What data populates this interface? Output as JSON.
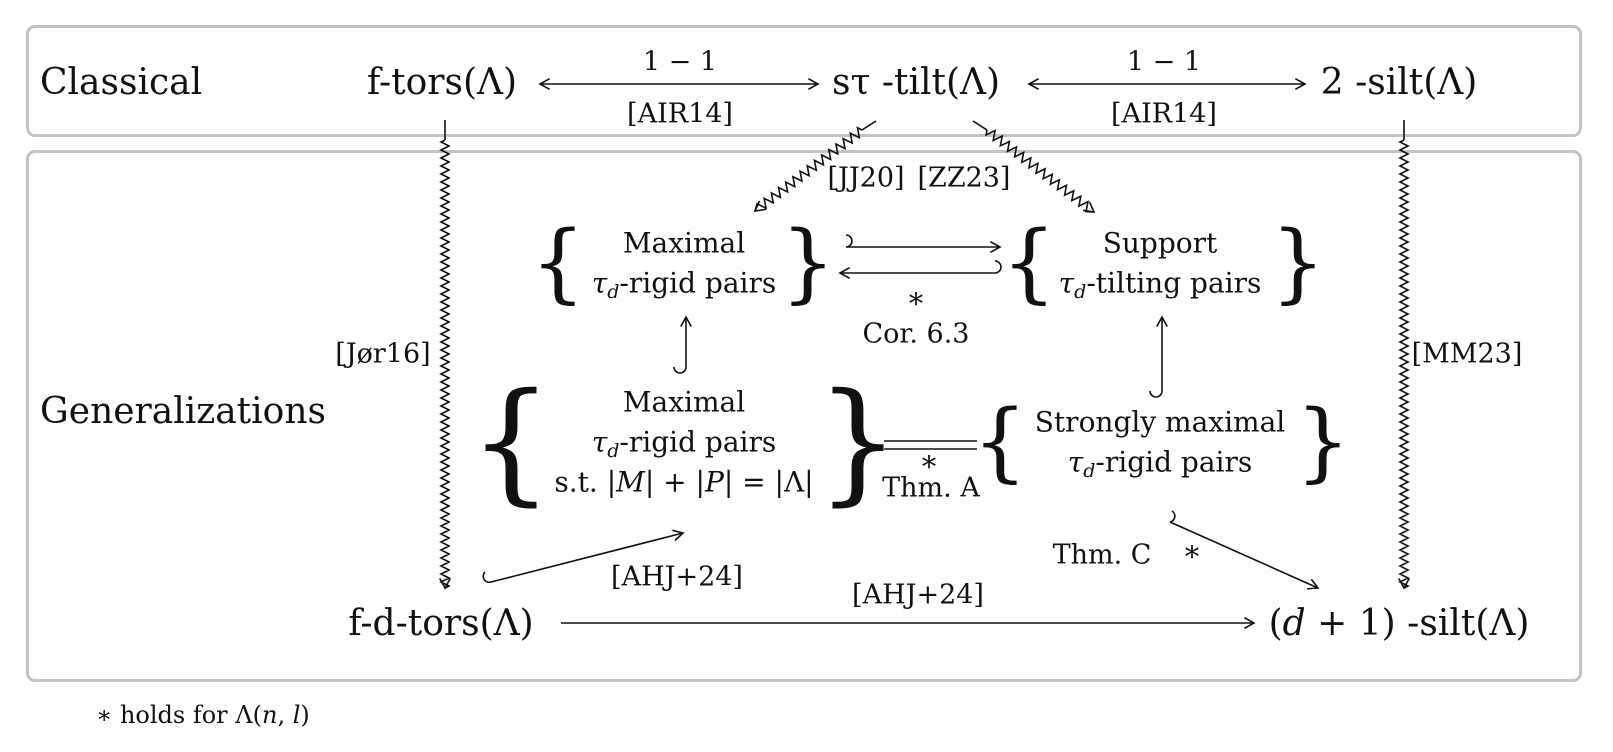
{
  "rows": {
    "classical": "Classical",
    "generalizations": "Generalizations"
  },
  "nodes": {
    "ftors": "f-tors(Λ)",
    "stilt_prefix": "sτ",
    "stilt_suffix": "-tilt(Λ)",
    "silt2_prefix": "2",
    "silt2_suffix": "-silt(Λ)",
    "max_rigid": [
      "Maximal",
      "-rigid pairs"
    ],
    "support_tilting": [
      "Support",
      "-tilting pairs"
    ],
    "max_rigid_st": [
      "Maximal",
      "-rigid pairs",
      "s.t. |",
      "| + |",
      "| = |Λ|"
    ],
    "strongly_max": [
      "Strongly maximal",
      "-rigid pairs"
    ],
    "fdtors": "f-d-tors(Λ)",
    "dsilt_suffix": "-silt(Λ)"
  },
  "math": {
    "tau": "τ",
    "d": "d",
    "M": "M",
    "P": "P",
    "d_plus_one": [
      "(",
      "d",
      " + 1)"
    ],
    "lambda_nl": [
      "Λ(",
      "n",
      ", ",
      "l",
      ")"
    ]
  },
  "labels": {
    "one_to_one_left": "1 − 1",
    "air14_left": "[AIR14]",
    "one_to_one_right": "1 − 1",
    "air14_right": "[AIR14]",
    "jj20": "[JJ20]",
    "zz23": "[ZZ23]",
    "jor16": "[Jør16]",
    "mm23": "[MM23]",
    "star_cor": "*",
    "cor": "Cor. 6.3",
    "star_thm_a": "*",
    "thm_a": "Thm. A",
    "thm_c": "Thm. C",
    "star_thm_c": "*",
    "ahj_diag": "[AHJ+24]",
    "ahj_bottom": "[AHJ+24]"
  },
  "footnote": {
    "text": "∗ holds for "
  }
}
